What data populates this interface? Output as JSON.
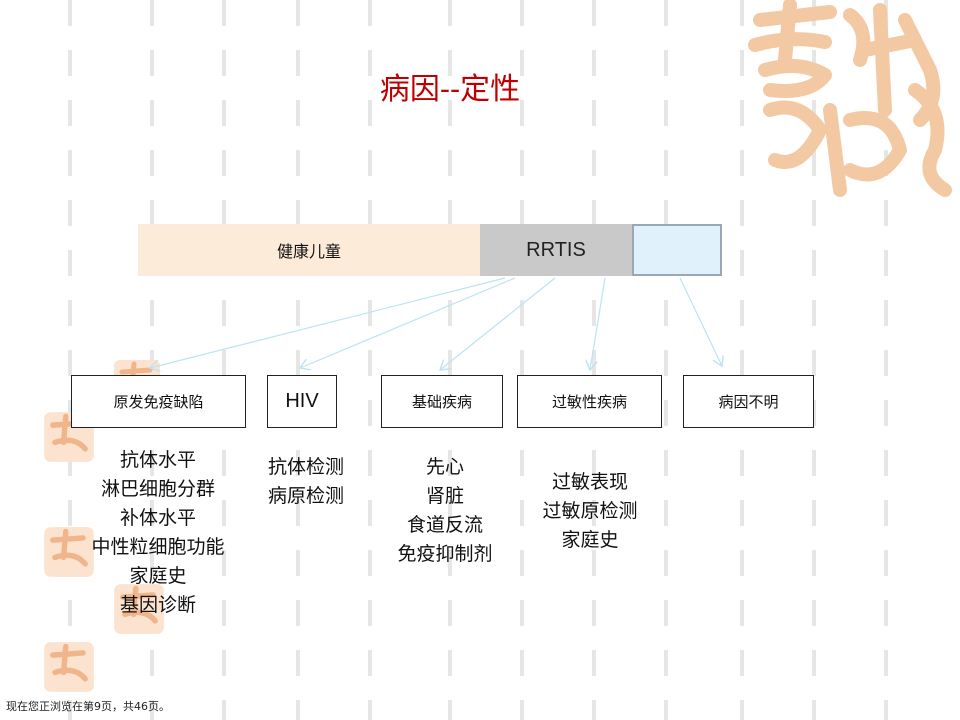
{
  "title": "病因--定性",
  "bar": {
    "healthy": "健康儿童",
    "rrtis": "RRTIS",
    "unknown": ""
  },
  "categories": [
    {
      "label": "原发免疫缺陷",
      "details": [
        "抗体水平",
        "淋巴细胞分群",
        "补体水平",
        "中性粒细胞功能",
        "家庭史",
        "基因诊断"
      ]
    },
    {
      "label": "HIV",
      "details": [
        "抗体检测",
        "病原检测"
      ]
    },
    {
      "label": "基础疾病",
      "details": [
        "先心",
        "肾脏",
        "食道反流",
        "免疫抑制剂"
      ]
    },
    {
      "label": "过敏性疾病",
      "details": [
        "过敏表现",
        "过敏原检测",
        "家庭史"
      ]
    },
    {
      "label": "病因不明",
      "details": []
    }
  ],
  "footer": "现在您正浏览在第9页，共46页。",
  "colors": {
    "title": "#c00000",
    "healthy": "#fdebd9",
    "rrtis": "#c9c9c9",
    "unknown": "#e1f1fc",
    "arrow": "#bde3f2",
    "seal": "#f3c9a3"
  }
}
